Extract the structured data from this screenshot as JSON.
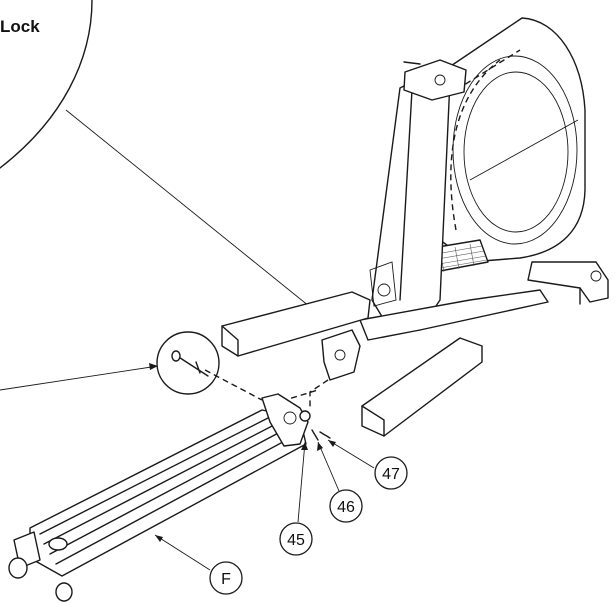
{
  "detail_label": "Lock",
  "callouts": {
    "part_45": "45",
    "part_46": "46",
    "part_47": "47",
    "part_f": "F"
  }
}
